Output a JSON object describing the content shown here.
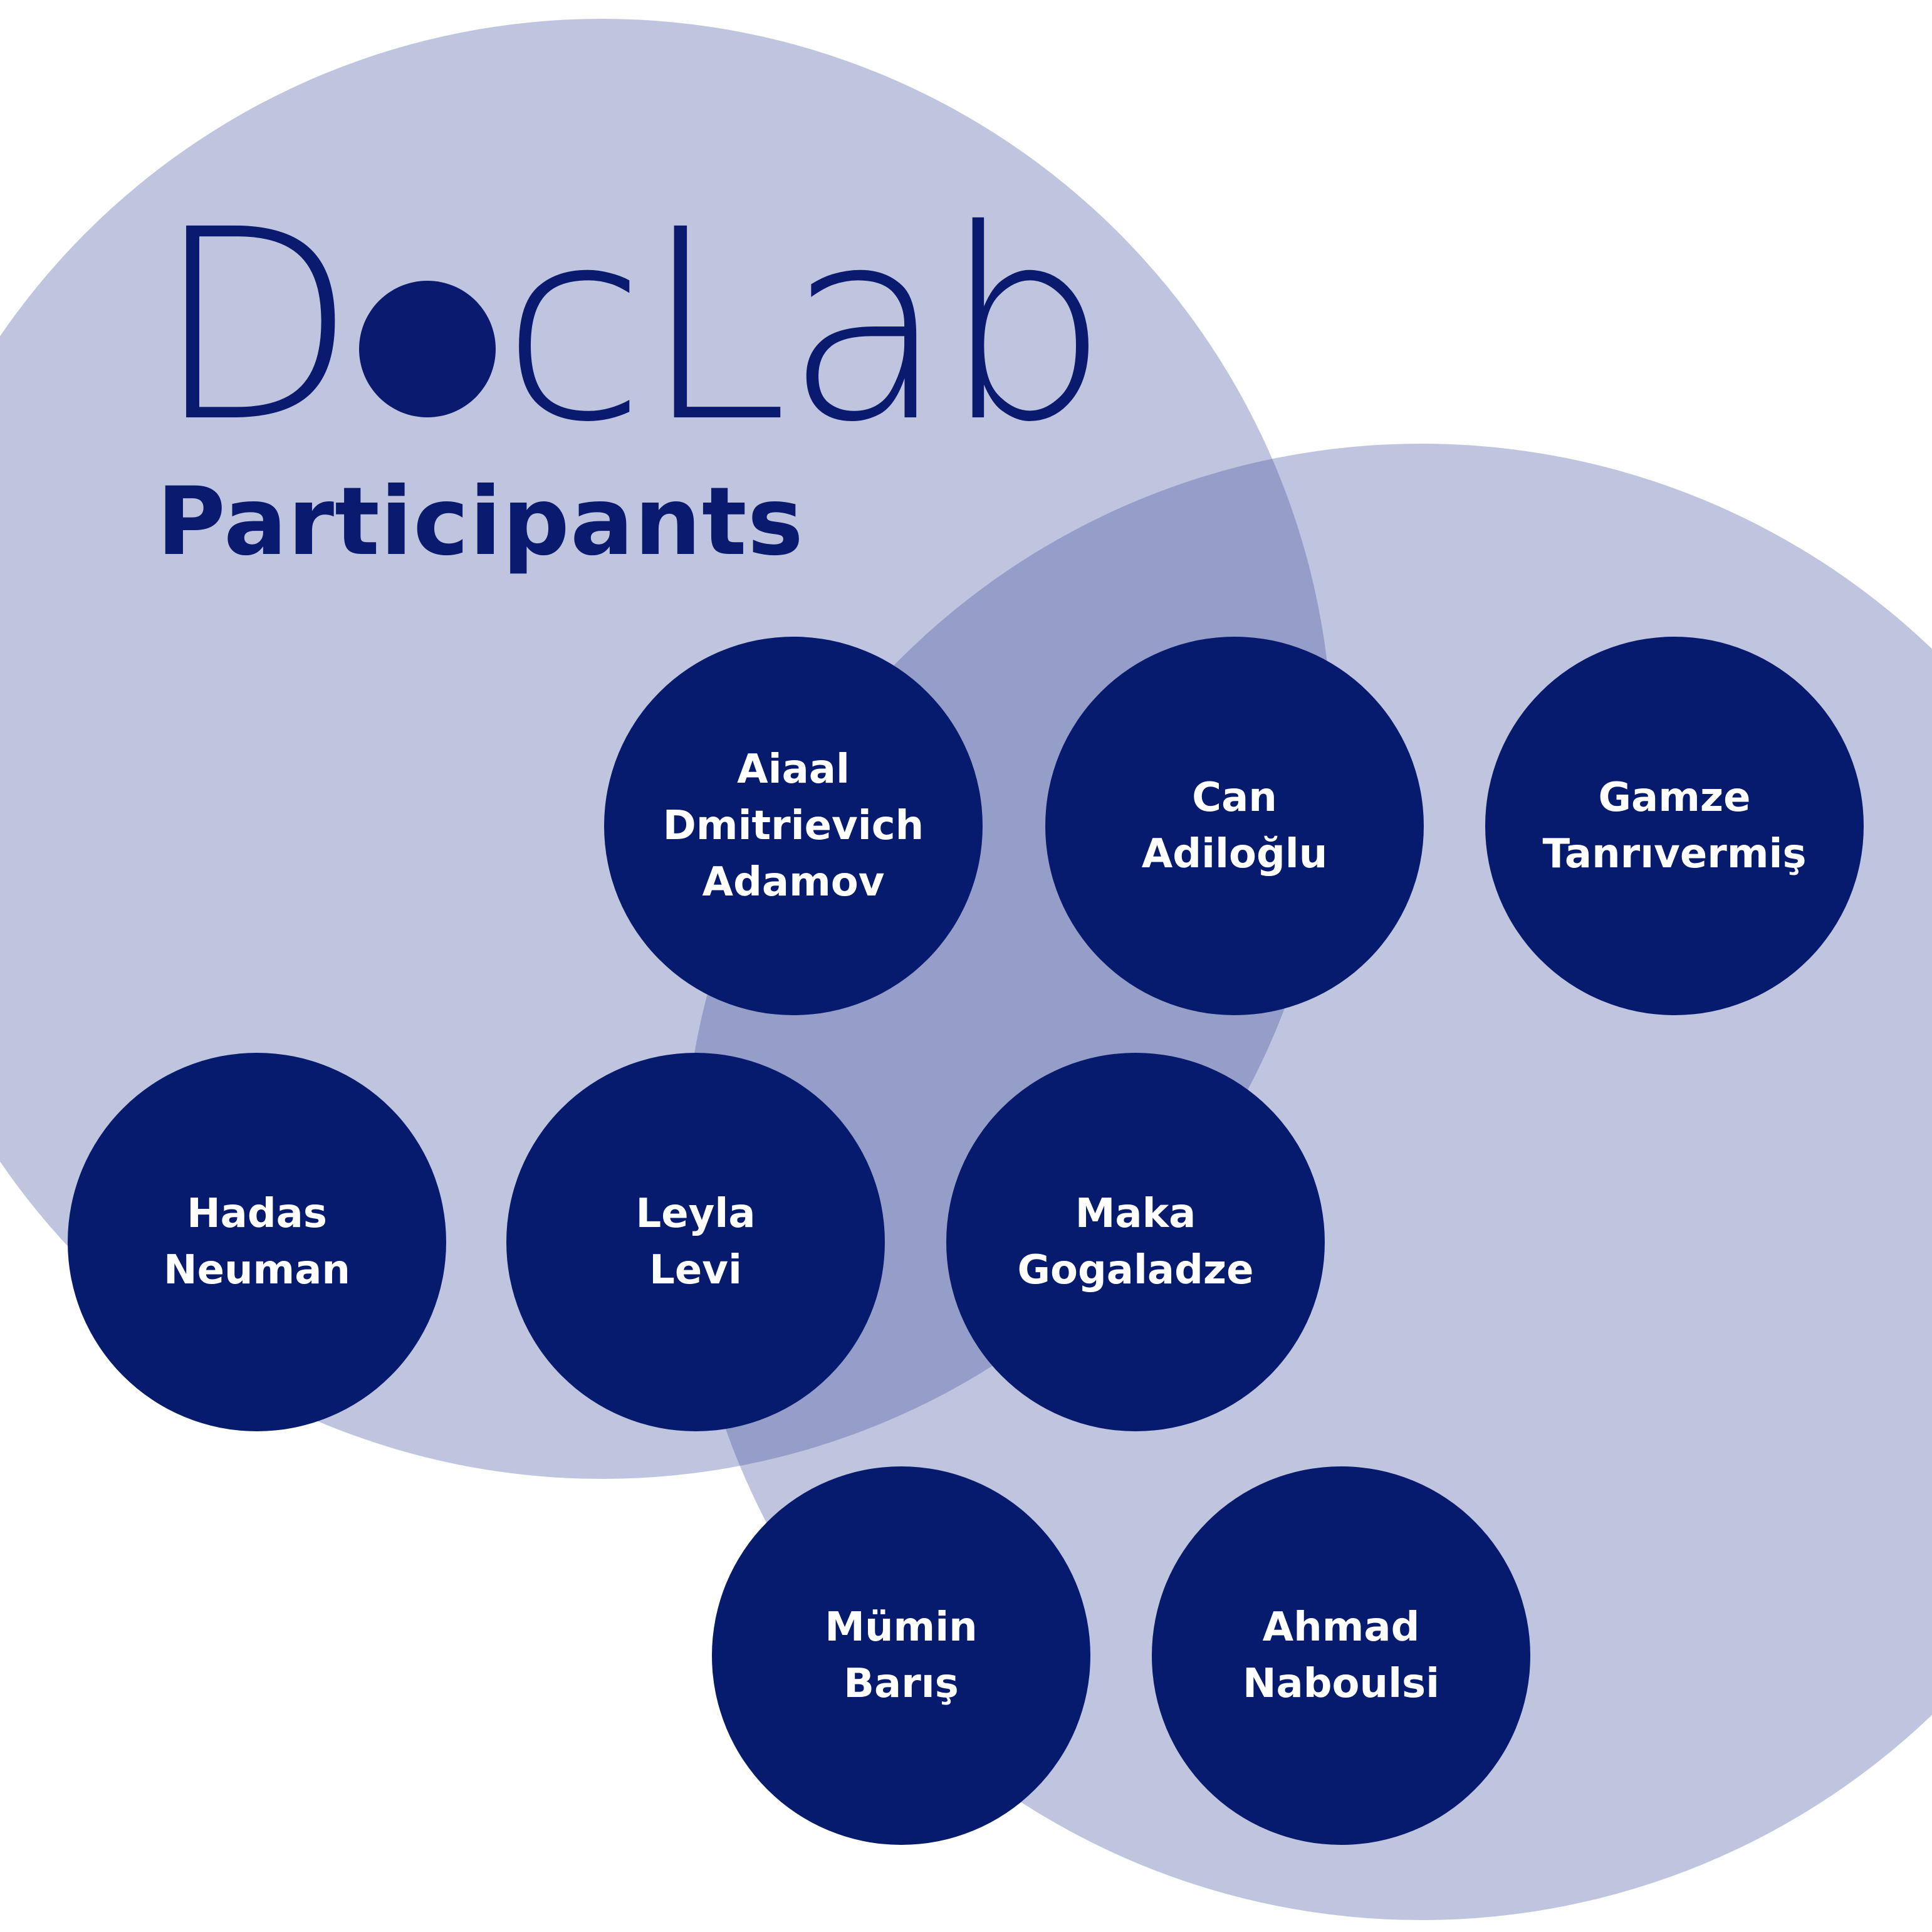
{
  "logo": {
    "before_dot": "D",
    "after_dot": "cLab"
  },
  "heading": "Participants",
  "participants": [
    "Aiaal\nDmitrievich\nAdamov",
    "Can\nAdiloğlu",
    "Gamze\nTanrıvermiş",
    "Hadas\nNeuman",
    "Leyla\nLevi",
    "Maka\nGogaladze",
    "Mümin\nBarış",
    "Ahmad\nNaboulsi"
  ],
  "colors": {
    "primary": "#061a6e",
    "background_circles": "#bec5dd",
    "overlap": "#929bbd",
    "text_on_primary": "#ffffff"
  }
}
